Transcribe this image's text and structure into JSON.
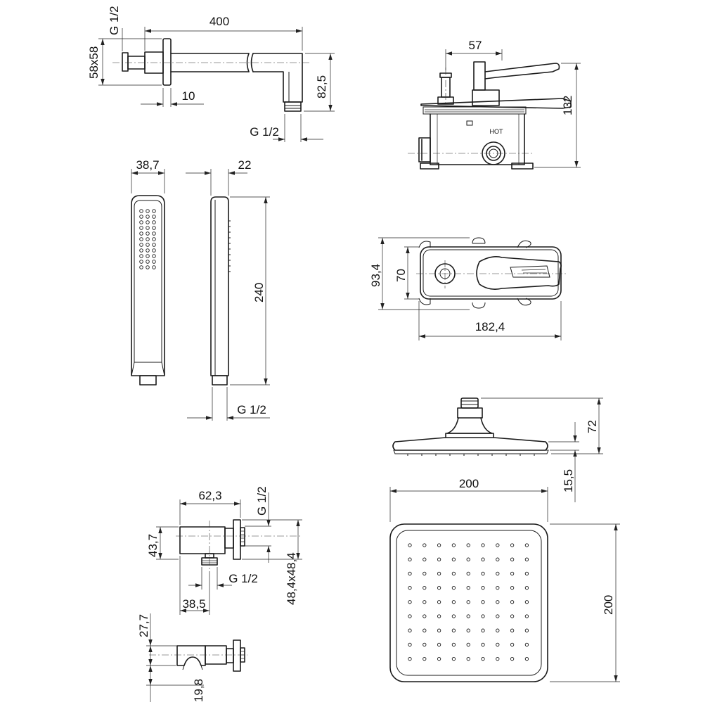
{
  "arm": {
    "length": "400",
    "thread_top": "G 1/2",
    "flange": "58x58",
    "offset": "10",
    "drop": "82,5",
    "thread_bottom": "G 1/2"
  },
  "mixer_side": {
    "handle_width": "57",
    "height": "132",
    "hot_label": "HOT"
  },
  "hand_shower": {
    "width": "38,7",
    "depth": "22",
    "length": "240",
    "thread": "G 1/2"
  },
  "mixer_front": {
    "outer_height": "93,4",
    "inner_height": "70",
    "width": "182,4"
  },
  "head": {
    "height": "72",
    "plate_thickness": "15,5",
    "width": "200",
    "depth": "200"
  },
  "outlet": {
    "length": "62,3",
    "thread_top": "G 1/2",
    "height": "43,7",
    "plate": "48,4x48,4",
    "thread_bottom": "G 1/2",
    "outlet_offset": "38,5"
  },
  "holder": {
    "top": "27,7",
    "bottom": "19,8"
  }
}
